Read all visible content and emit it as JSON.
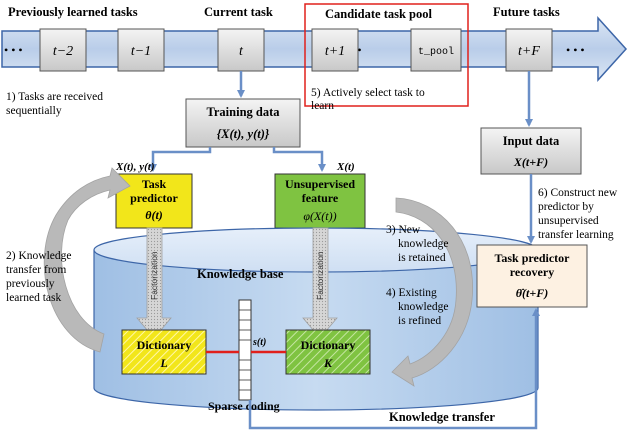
{
  "headers": {
    "previous": "Previously learned tasks",
    "current": "Current task",
    "candidate": "Candidate task pool",
    "future": "Future tasks"
  },
  "timeline": {
    "dots_left": "• • •",
    "t_minus_2": "t−2",
    "t_minus_1": "t−1",
    "t": "t",
    "t_plus_1": "t+1",
    "dots_mid": "• • •",
    "t_pool": "t_pool",
    "t_plus_F": "t+F",
    "dots_right": "• • •"
  },
  "notes": {
    "n1_line1": "1) Tasks are received",
    "n1_line2": "sequentially",
    "n5_line1": "5) Actively select task to",
    "n5_line2": "learn",
    "n2_line1": "2) Knowledge",
    "n2_line2": "transfer from",
    "n2_line3": "previously",
    "n2_line4": "learned task",
    "n3_line1": "3) New",
    "n3_line2": "knowledge",
    "n3_line3": "is retained",
    "n4_line1": "4) Existing",
    "n4_line2": "knowledge",
    "n4_line3": "is refined",
    "n6_line1": "6) Construct new",
    "n6_line2": "predictor by",
    "n6_line3": "unsupervised",
    "n6_line4": "transfer learning"
  },
  "boxes": {
    "training_title": "Training data",
    "training_formula": "{X(t), y(t)}",
    "task_predictor_line1": "Task",
    "task_predictor_line2": "predictor",
    "task_predictor_symbol": "θ(t)",
    "unsup_line1": "Unsupervised",
    "unsup_line2": "feature",
    "unsup_symbol": "φ(X(t))",
    "input_title": "Input data",
    "input_symbol": "X(t+F)",
    "recovery_line1": "Task predictor",
    "recovery_line2": "recovery",
    "recovery_symbol": "θ̂(t+F)",
    "dict_L_title": "Dictionary",
    "dict_L_symbol": "L",
    "dict_K_title": "Dictionary",
    "dict_K_symbol": "K",
    "sparse_symbol": "s(t)"
  },
  "labels": {
    "xy_label": "X(t), y(t)",
    "x_label": "X(t)",
    "knowledge_base": "Knowledge base",
    "factorization_left": "Factorization",
    "factorization_right": "Factorization",
    "sparse_coding": "Sparse coding",
    "knowledge_transfer": "Knowledge transfer"
  },
  "colors": {
    "candidate_border": "#e0201c",
    "task_predictor_fill": "#f2e61a",
    "unsup_fill": "#7fc341",
    "dict_L_fill": "#f2e61a",
    "dict_K_fill": "#7fc341",
    "recovery_fill": "#fdf1e2",
    "connector": "#6a8fc7",
    "sparse_link": "#e0201c"
  }
}
